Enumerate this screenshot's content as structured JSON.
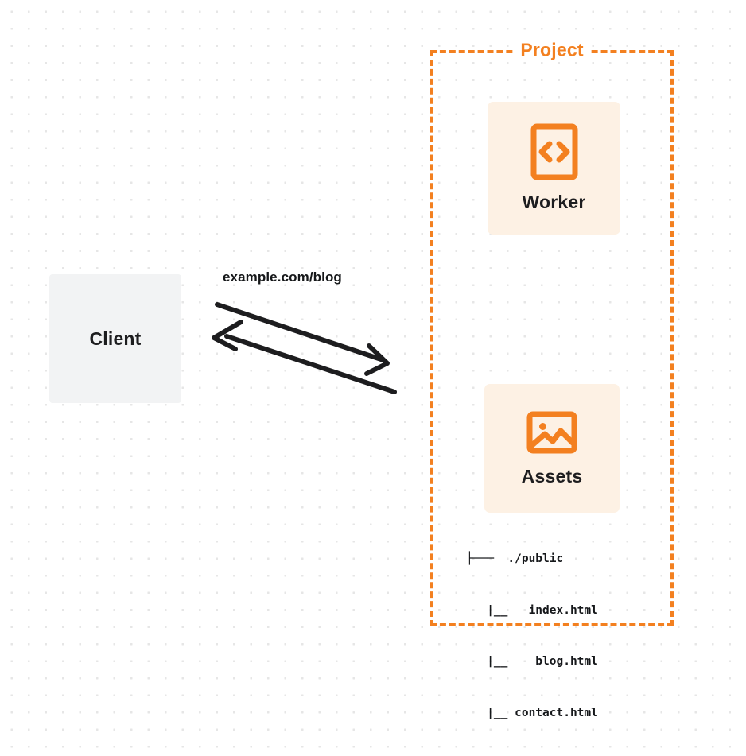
{
  "diagram": {
    "title_hidden": "",
    "background": {
      "dot_color": "#e6e6e6",
      "page_color": "#ffffff"
    },
    "accent_color": "#f38020",
    "card_bg_color": "#fdf1e4",
    "client_bg_color": "#f2f3f4",
    "line_color": "#1d1d1f"
  },
  "client": {
    "label": "Client",
    "icon": "none"
  },
  "connection": {
    "label": "example.com/blog",
    "request_direction": "client-to-project",
    "response_direction": "project-to-client"
  },
  "project": {
    "title": "Project",
    "border_style": "dashed",
    "nodes": [
      {
        "id": "worker",
        "label": "Worker",
        "icon": "code-brackets-icon"
      },
      {
        "id": "assets",
        "label": "Assets",
        "icon": "image-icon"
      }
    ],
    "file_tree": {
      "lines": [
        "├───  ./public",
        "   |__   index.html",
        "   |__    blog.html",
        "   |__ contact.html"
      ],
      "files": [
        "./public",
        "index.html",
        "blog.html",
        "contact.html"
      ]
    }
  }
}
